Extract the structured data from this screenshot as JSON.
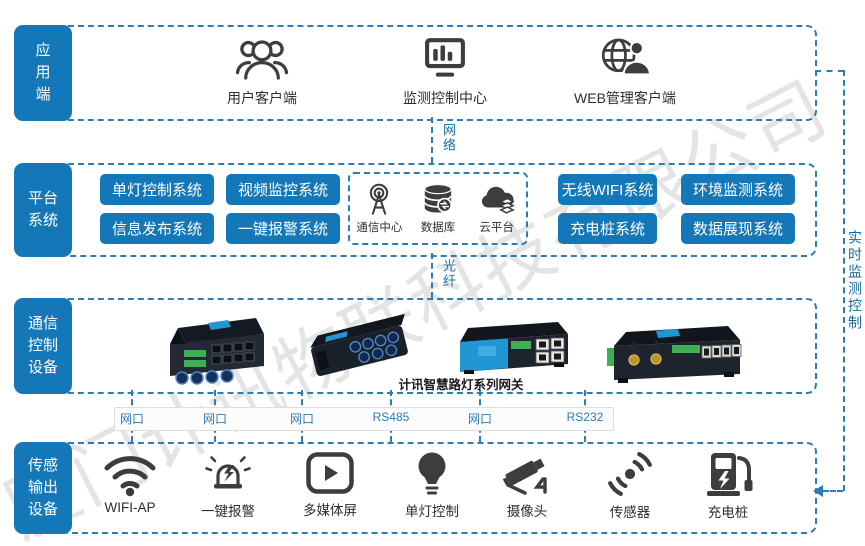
{
  "watermark": "厦门计讯物联科技有限公司",
  "colors": {
    "accent": "#1478b8",
    "dashed_border": "#2e7cb4",
    "icon": "#3d3d3d",
    "port_label": "#2f7cb5"
  },
  "right_label": "实时监测控制",
  "connectors": {
    "net": "网络",
    "fiber": "光纤",
    "ports": [
      "网口",
      "网口",
      "网口",
      "RS485",
      "网口",
      "RS232"
    ]
  },
  "sections": {
    "app": {
      "label": "应\n用\n端",
      "items": [
        {
          "label": "用户客户端",
          "icon": "users-icon"
        },
        {
          "label": "监测控制中心",
          "icon": "monitor-chart-icon"
        },
        {
          "label": "WEB管理客户端",
          "icon": "globe-user-icon"
        }
      ]
    },
    "platform": {
      "label": "平台\n系统",
      "buttons": [
        "单灯控制系统",
        "视频监控系统",
        "无线WIFI系统",
        "环境监测系统",
        "信息发布系统",
        "一键报警系统",
        "充电桩系统",
        "数据展现系统"
      ],
      "core": {
        "items": [
          {
            "label": "通信中心",
            "icon": "antenna-icon"
          },
          {
            "label": "数据库",
            "icon": "database-icon"
          },
          {
            "label": "云平台",
            "icon": "cloud-platform-icon"
          }
        ]
      }
    },
    "comm": {
      "label": "通信\n控制\n设备",
      "caption": "计讯智慧路灯系列网关"
    },
    "sensor": {
      "label": "传感\n输出\n设备",
      "items": [
        {
          "label": "WIFI-AP",
          "icon": "wifi-icon"
        },
        {
          "label": "一键报警",
          "icon": "alarm-icon"
        },
        {
          "label": "多媒体屏",
          "icon": "media-screen-icon"
        },
        {
          "label": "单灯控制",
          "icon": "light-bulb-icon"
        },
        {
          "label": "摄像头",
          "icon": "cctv-camera-icon"
        },
        {
          "label": "传感器",
          "icon": "sensor-signal-icon"
        },
        {
          "label": "充电桩",
          "icon": "ev-charger-icon"
        }
      ]
    }
  }
}
